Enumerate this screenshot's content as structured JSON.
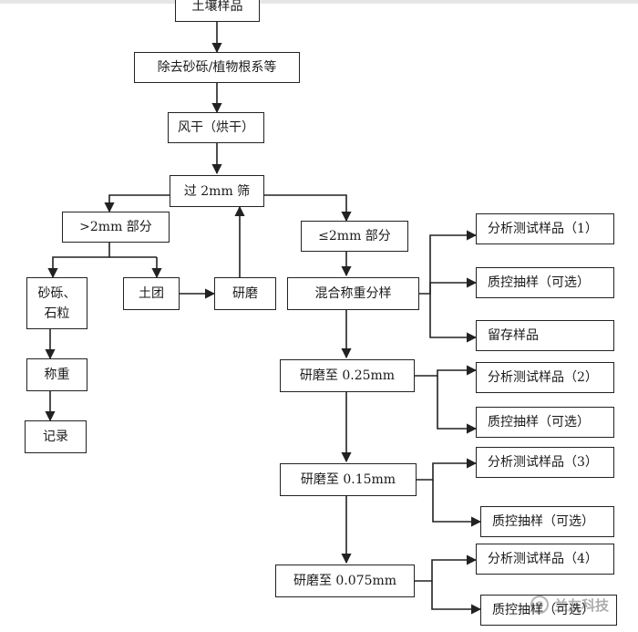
{
  "diagram": {
    "nodes": {
      "soil_sample": "土壤样品",
      "remove_gravel": "除去砂砾/植物根系等",
      "air_dry": "风干（烘干）",
      "sieve_2mm": "过 2mm 筛",
      "gt_2mm": ">2mm 部分",
      "le_2mm": "≤2mm 部分",
      "gravel_stone": "砂砾、\n石粒",
      "clod": "土团",
      "grind": "研磨",
      "weigh": "称重",
      "record": "记录",
      "mix_weigh_split": "混合称重分样",
      "analysis_1": "分析测试样品（1）",
      "qc_1": "质控抽样（可选）",
      "retain": "留存样品",
      "grind_025": "研磨至 0.25mm",
      "analysis_2": "分析测试样品（2）",
      "qc_2": "质控抽样（可选）",
      "grind_015": "研磨至 0.15mm",
      "analysis_3": "分析测试样品（3）",
      "qc_3": "质控抽样（可选）",
      "grind_0075": "研磨至 0.075mm",
      "analysis_4": "分析测试样品（4）",
      "qc_4": "质控抽样（可选）"
    },
    "edges": [
      [
        "soil_sample",
        "remove_gravel"
      ],
      [
        "remove_gravel",
        "air_dry"
      ],
      [
        "air_dry",
        "sieve_2mm"
      ],
      [
        "sieve_2mm",
        "gt_2mm"
      ],
      [
        "sieve_2mm",
        "le_2mm"
      ],
      [
        "gt_2mm",
        "gravel_stone"
      ],
      [
        "gt_2mm",
        "clod"
      ],
      [
        "clod",
        "grind"
      ],
      [
        "grind",
        "sieve_2mm"
      ],
      [
        "gravel_stone",
        "weigh"
      ],
      [
        "weigh",
        "record"
      ],
      [
        "le_2mm",
        "mix_weigh_split"
      ],
      [
        "mix_weigh_split",
        "analysis_1"
      ],
      [
        "mix_weigh_split",
        "qc_1"
      ],
      [
        "mix_weigh_split",
        "retain"
      ],
      [
        "mix_weigh_split",
        "grind_025"
      ],
      [
        "grind_025",
        "analysis_2"
      ],
      [
        "grind_025",
        "qc_2"
      ],
      [
        "grind_025",
        "grind_015"
      ],
      [
        "grind_015",
        "analysis_3"
      ],
      [
        "grind_015",
        "qc_3"
      ],
      [
        "grind_015",
        "grind_0075"
      ],
      [
        "grind_0075",
        "analysis_4"
      ],
      [
        "grind_0075",
        "qc_4"
      ]
    ]
  },
  "watermark": {
    "text": "兰友科技"
  },
  "colors": {
    "line": "#222222",
    "box_border": "#222222",
    "background": "#ffffff"
  }
}
